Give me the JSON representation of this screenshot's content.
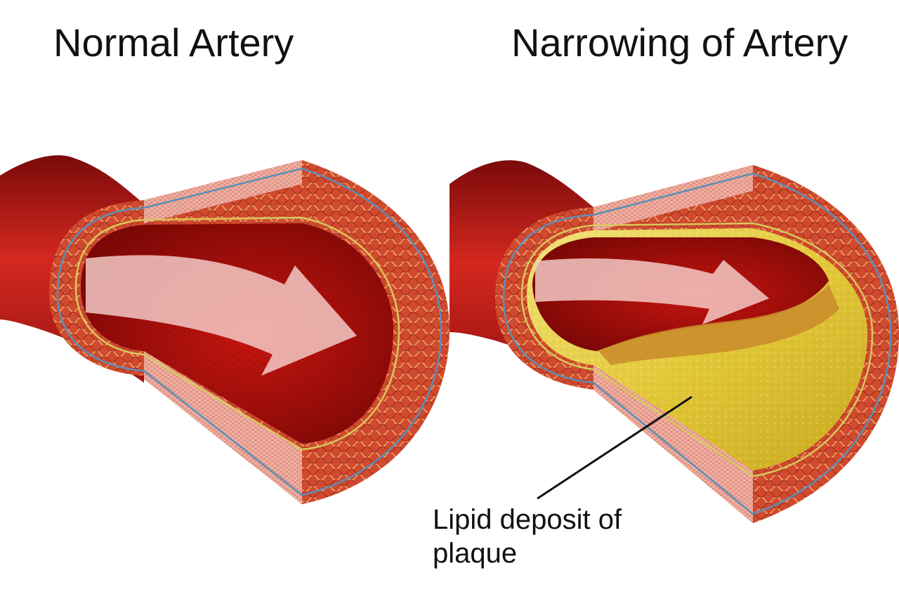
{
  "titles": {
    "normal": "Normal Artery",
    "narrowed": "Narrowing of Artery"
  },
  "annotation": {
    "line1": "Lipid deposit of",
    "line2": "plaque"
  },
  "colors": {
    "vessel_outer": "#c8201c",
    "vessel_dark": "#8e0d0c",
    "wall_pink": "#e08a7c",
    "wall_texture": "#c9432a",
    "membrane_blue": "#5b8fb9",
    "membrane_yellow": "#d8c85a",
    "lumen": "#b3100f",
    "flow_arrow": "#f3c9c6",
    "plaque": "#e2cc3f",
    "plaque_light": "#f0e07a"
  }
}
